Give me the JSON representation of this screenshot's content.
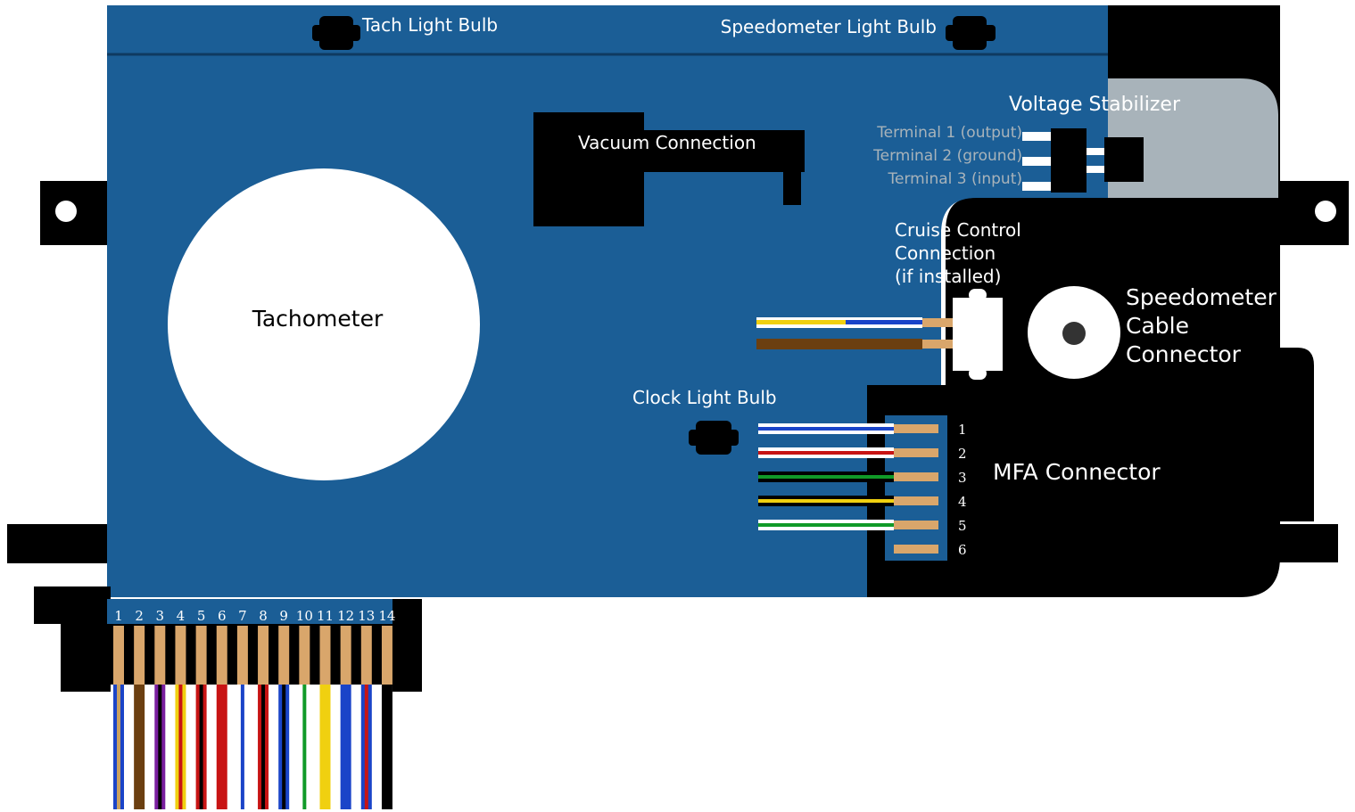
{
  "labels": {
    "tach_light_bulb": "Tach Light Bulb",
    "speedometer_light_bulb": "Speedometer Light Bulb",
    "voltage_stabilizer": "Voltage Stabilizer",
    "terminal_1": "Terminal 1 (output)",
    "terminal_2": "Terminal 2 (ground)",
    "terminal_3": "Terminal 3 (input)",
    "vacuum_connection": "Vacuum Connection",
    "tachometer": "Tachometer",
    "cruise_line_1": "Cruise Control",
    "cruise_line_2": "Connection",
    "cruise_line_3": "(if installed)",
    "speedo_cable_line_1": "Speedometer",
    "speedo_cable_line_2": "Cable",
    "speedo_cable_line_3": "Connector",
    "clock_light_bulb": "Clock Light Bulb",
    "mfa_connector": "MFA Connector"
  },
  "mfa_pins": [
    "1",
    "2",
    "3",
    "4",
    "5",
    "6"
  ],
  "mfa_wires": [
    {
      "base": "#ffffff",
      "stripe": "#1a44c8"
    },
    {
      "base": "#ffffff",
      "stripe": "#c81414"
    },
    {
      "base": "#000000",
      "stripe": "#109a28"
    },
    {
      "base": "#000000",
      "stripe": "#f0d010"
    },
    {
      "base": "#ffffff",
      "stripe": "#109a28"
    }
  ],
  "main_pins": [
    "1",
    "2",
    "3",
    "4",
    "5",
    "6",
    "7",
    "8",
    "9",
    "10",
    "11",
    "12",
    "13",
    "14"
  ],
  "main_wires": [
    {
      "base": "#1a44c8",
      "stripe": "#c8a060"
    },
    {
      "base": "#6b3f10",
      "stripe": ""
    },
    {
      "base": "#7a1fa0",
      "stripe": "#000000"
    },
    {
      "base": "#f0d010",
      "stripe": "#c81414"
    },
    {
      "base": "#c81414",
      "stripe": "#000000"
    },
    {
      "base": "#c81414",
      "stripe": ""
    },
    {
      "base": "#ffffff",
      "stripe": "#1a44c8"
    },
    {
      "base": "#c81414",
      "stripe": "#000000"
    },
    {
      "base": "#1a44c8",
      "stripe": "#000000"
    },
    {
      "base": "#ffffff",
      "stripe": "#109a28"
    },
    {
      "base": "#f0d010",
      "stripe": ""
    },
    {
      "base": "#1a44c8",
      "stripe": ""
    },
    {
      "base": "#1a44c8",
      "stripe": "#c81414"
    },
    {
      "base": "#000000",
      "stripe": ""
    }
  ],
  "colors": {
    "board": "#1b5e96",
    "board_edge": "#0f3a60",
    "pin": "#d9a66b",
    "stabilizer_gray": "#a8b3ba",
    "terminal_text": "#a8b3ba"
  }
}
